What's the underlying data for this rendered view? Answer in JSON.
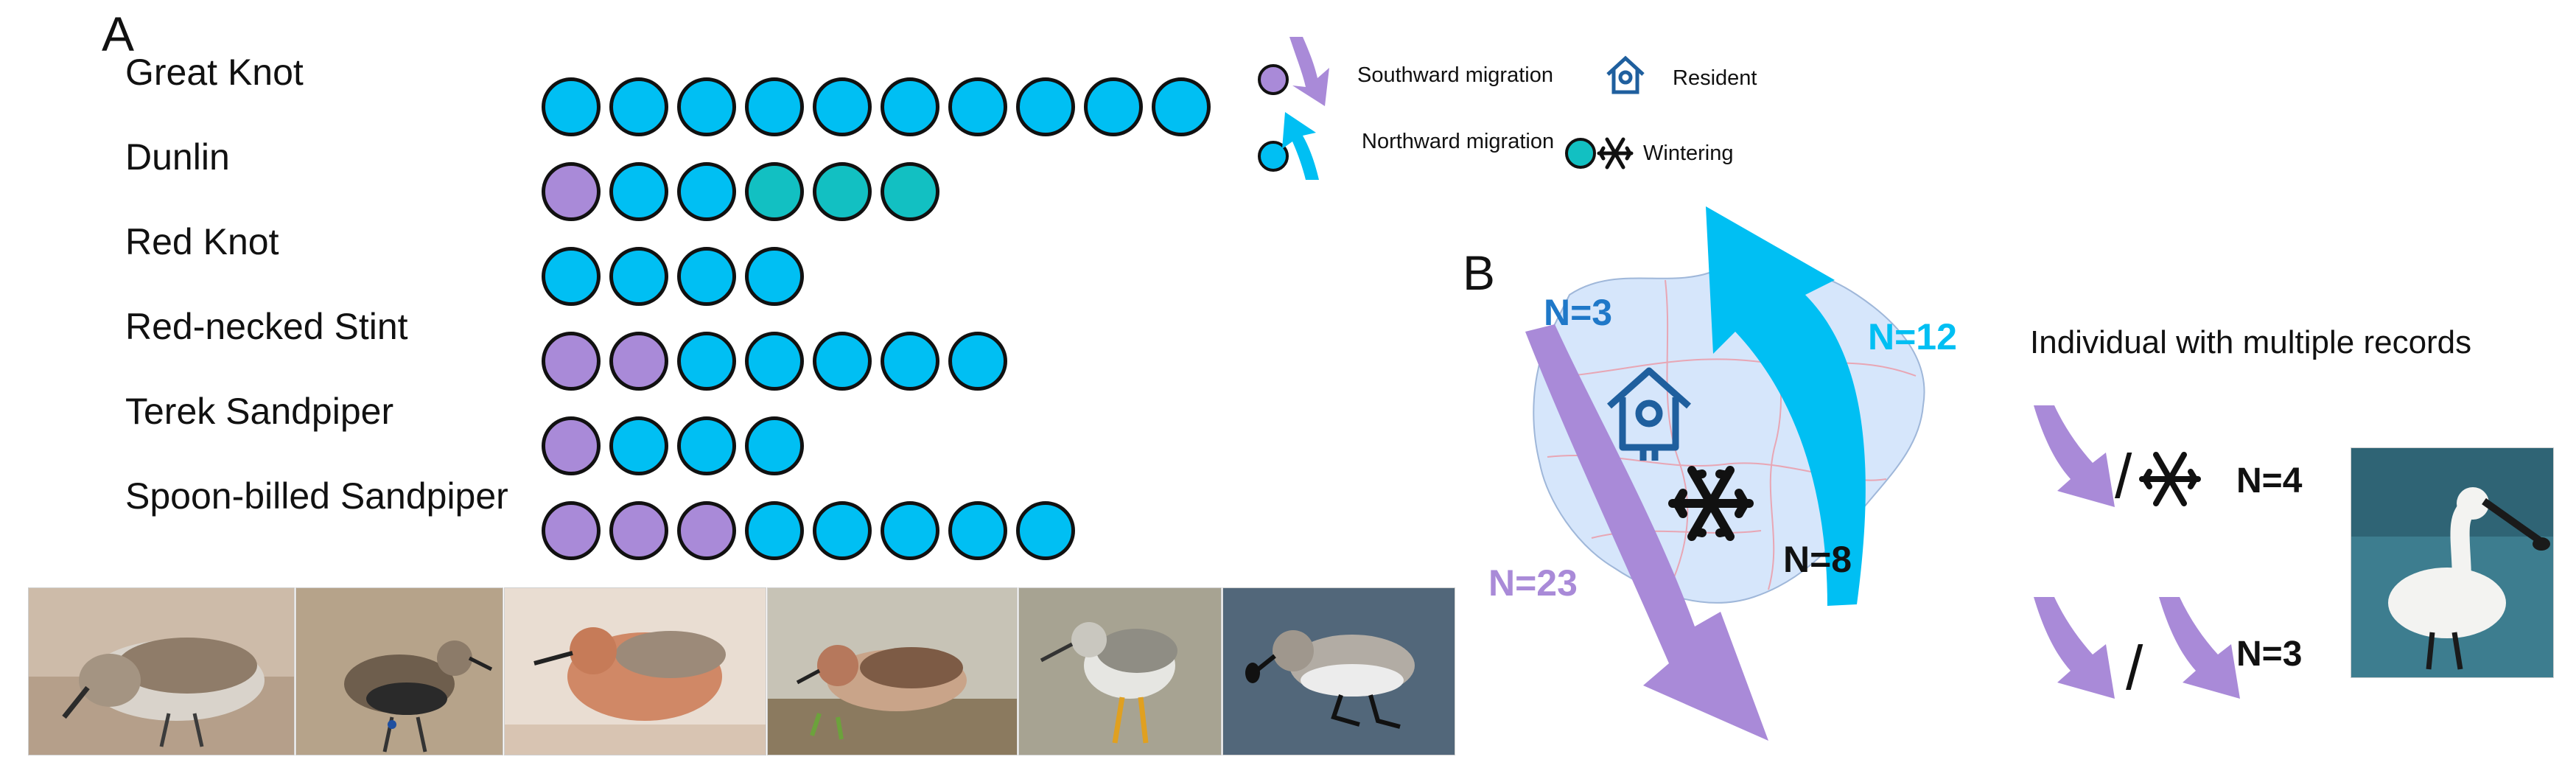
{
  "panel_a": {
    "letter": "A",
    "species": [
      {
        "name": "Great Knot",
        "records": [
          "north",
          "north",
          "north",
          "north",
          "north",
          "north",
          "north",
          "north",
          "north",
          "north"
        ]
      },
      {
        "name": "Dunlin",
        "records": [
          "south",
          "north",
          "north",
          "winter",
          "winter",
          "winter"
        ]
      },
      {
        "name": "Red Knot",
        "records": [
          "north",
          "north",
          "north",
          "north"
        ]
      },
      {
        "name": "Red-necked Stint",
        "records": [
          "south",
          "south",
          "north",
          "north",
          "north",
          "north",
          "north"
        ]
      },
      {
        "name": "Terek Sandpiper",
        "records": [
          "south",
          "north",
          "north",
          "north"
        ]
      },
      {
        "name": "Spoon-billed Sandpiper",
        "records": [
          "south",
          "south",
          "south",
          "north",
          "north",
          "north",
          "north",
          "north"
        ]
      }
    ]
  },
  "legend": {
    "southward": "Southward migration",
    "northward": "Northward migration",
    "resident": "Resident",
    "wintering": "Wintering",
    "icons": [
      "southward-arrow-icon",
      "northward-arrow-icon",
      "house-icon",
      "snowflake-icon"
    ]
  },
  "panel_b": {
    "letter": "B",
    "n_resident": "N=3",
    "n_northward": "N=12",
    "n_southward": "N=23",
    "n_wintering": "N=8",
    "multi_title": "Individual with multiple records",
    "multi_south_winter": "N=4",
    "multi_south_south": "N=3",
    "slash": "/"
  },
  "colors": {
    "south": "#a98ad8",
    "north": "#00bff3",
    "winter": "#12c0c2",
    "resident_blue": "#1f5f9e",
    "map_fill": "#d6e6fb",
    "n3_blue": "#1f78c8",
    "n12_blue": "#00bff3",
    "n23_purple": "#a98ad8"
  }
}
